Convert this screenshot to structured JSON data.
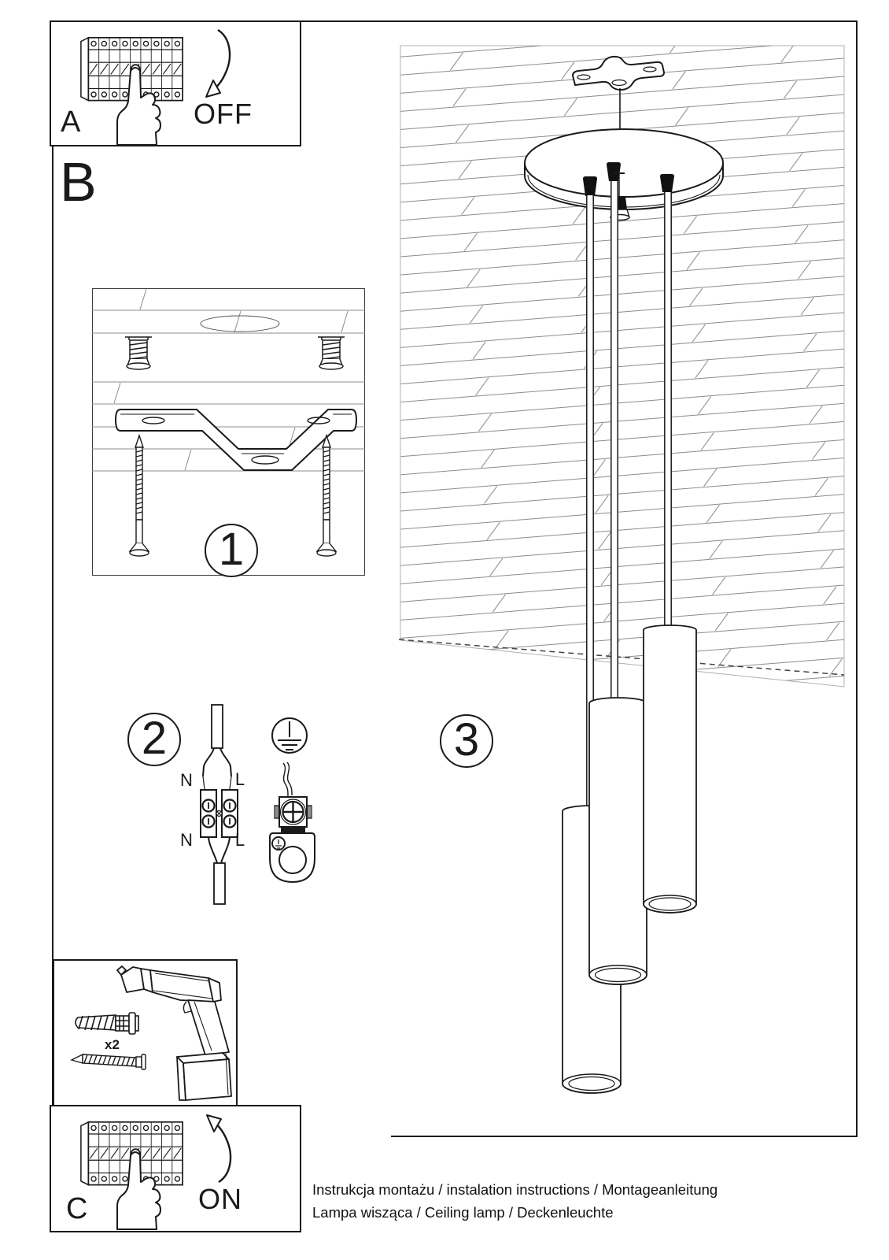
{
  "colors": {
    "ink": "#1a1a1a",
    "plank_line": "#8c8c8c",
    "background": "#ffffff"
  },
  "panel_a": {
    "label": "A",
    "action": "OFF"
  },
  "section_b": {
    "label": "B"
  },
  "steps": {
    "step1": "1",
    "step2": "2",
    "step3": "3"
  },
  "wiring": {
    "top_left": "N",
    "top_right": "L",
    "bottom_left": "N",
    "bottom_right": "L"
  },
  "hardware": {
    "quantity": "x2"
  },
  "panel_c": {
    "label": "C",
    "action": "ON"
  },
  "footer": {
    "line1": "Instrukcja montażu / instalation instructions / Montageanleitung",
    "line2": "Lampa wisząca / Ceiling lamp / Deckenleuchte"
  }
}
